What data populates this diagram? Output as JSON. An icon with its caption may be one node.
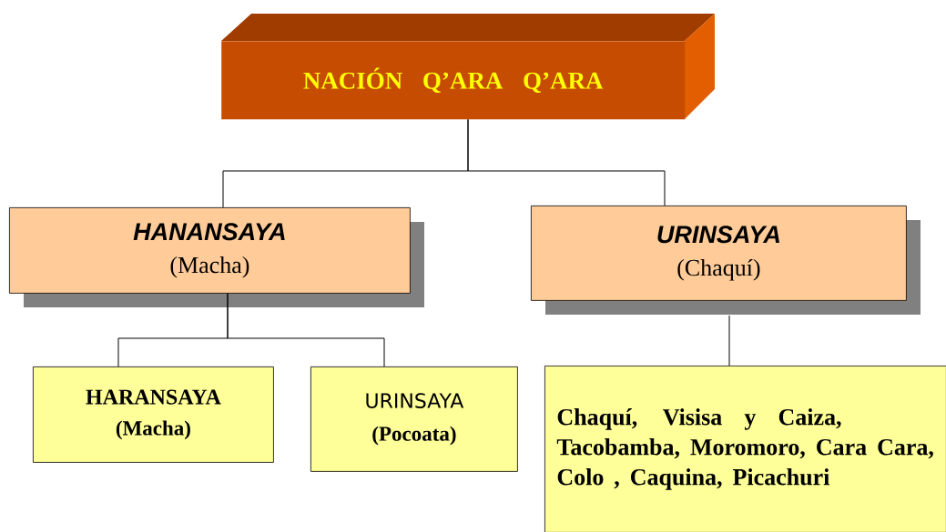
{
  "diagram": {
    "nodes": [
      {
        "text": [
          "NACIÓN Q’ARA Q’ARA"
        ]
      },
      {
        "text": [
          "HANANSAYA",
          "(Macha)"
        ]
      },
      {
        "text": [
          "URINSAYA",
          "(Chaquí)"
        ]
      },
      {
        "text": [
          "HARANSAYA",
          "(Macha)"
        ]
      },
      {
        "text": [
          "URINSAYA",
          "(Pocoata)"
        ]
      },
      {
        "text": [
          "Chaquí, Visisa y Caiza, Tacobamba, Moromoro, Cara Cara, Colo , Caquina, Picachuri"
        ]
      }
    ],
    "edges": [
      {
        "from": 0,
        "to": 1,
        "arrow": "none"
      },
      {
        "from": 0,
        "to": 2,
        "arrow": "none"
      },
      {
        "from": 1,
        "to": 3,
        "arrow": "none"
      },
      {
        "from": 1,
        "to": 4,
        "arrow": "none"
      },
      {
        "from": 2,
        "to": 5,
        "arrow": "none"
      }
    ]
  }
}
